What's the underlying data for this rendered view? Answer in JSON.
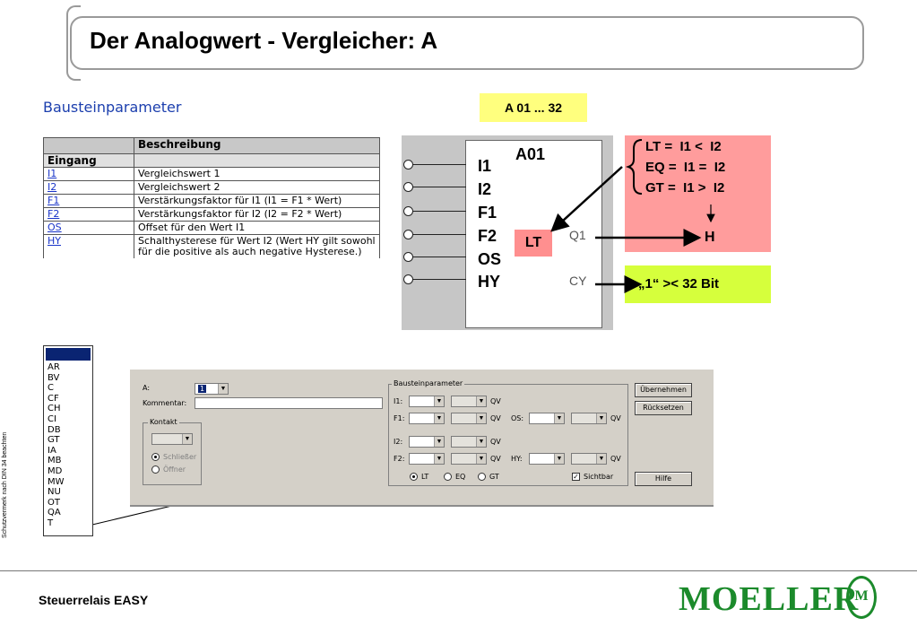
{
  "title": "Der Analogwert - Vergleicher:  A",
  "bausteinparameter_heading": "Bausteinparameter",
  "table": {
    "header": [
      "",
      "Beschreibung"
    ],
    "group_label": "Eingang",
    "rows": [
      {
        "param": "I1",
        "desc": "Vergleichswert 1"
      },
      {
        "param": "I2",
        "desc": "Vergleichswert 2"
      },
      {
        "param": "F1",
        "desc": "Verstärkungsfaktor für I1 (I1 = F1 * Wert)"
      },
      {
        "param": "F2",
        "desc": "Verstärkungsfaktor für I2 (I2 = F2 * Wert)"
      },
      {
        "param": "OS",
        "desc": "Offset für den Wert I1"
      },
      {
        "param": "HY",
        "desc": "Schalthysterese für Wert I2 (Wert HY gilt sowohl für die positive als auch negative Hysterese.)"
      }
    ]
  },
  "range_badge": "A 01 ... 32",
  "block": {
    "name": "A01",
    "inputs": [
      "I1",
      "I2",
      "F1",
      "F2",
      "OS",
      "HY"
    ],
    "mode": "LT",
    "out_q1": "Q1",
    "out_cy": "CY"
  },
  "comparisons": [
    "LT =  I1 <  I2",
    "EQ =  I1 =  I2",
    "GT =  I1 >  I2"
  ],
  "output_h": "H",
  "bit_text": "„1“   >< 32 Bit",
  "dropdown_options": [
    "AR",
    "BV",
    "C",
    "CF",
    "CH",
    "CI",
    "DB",
    "GT",
    "IA",
    "MB",
    "MD",
    "MW",
    "NU",
    "OT",
    "QA",
    "T"
  ],
  "dialog": {
    "a_label": "A:",
    "a_value": "1",
    "kommentar_label": "Kommentar:",
    "kontakt_label": "Kontakt",
    "schliesser": "Schließer",
    "oeffner": "Öffner",
    "bp_group": "Bausteinparameter",
    "i1": "I1:",
    "i2": "I2:",
    "f1": "F1:",
    "f2": "F2:",
    "os": "OS:",
    "hy": "HY:",
    "qv": "QV",
    "lt": "LT",
    "eq": "EQ",
    "gt": "GT",
    "sichtbar": "Sichtbar",
    "btn_uebernehmen": "Übernehmen",
    "btn_ruecksetzen": "Rücksetzen",
    "btn_hilfe": "Hilfe"
  },
  "footer": "Steuerrelais EASY",
  "side_note": "Schutzvermerk nach DIN 34 beachten",
  "logo": "MOELLER",
  "colors": {
    "link_blue": "#1a35c9",
    "badge_yellow": "#ffff7e",
    "pink": "#ff9c9c",
    "green": "#d6ff3c",
    "logo_green": "#1b8a2b"
  }
}
